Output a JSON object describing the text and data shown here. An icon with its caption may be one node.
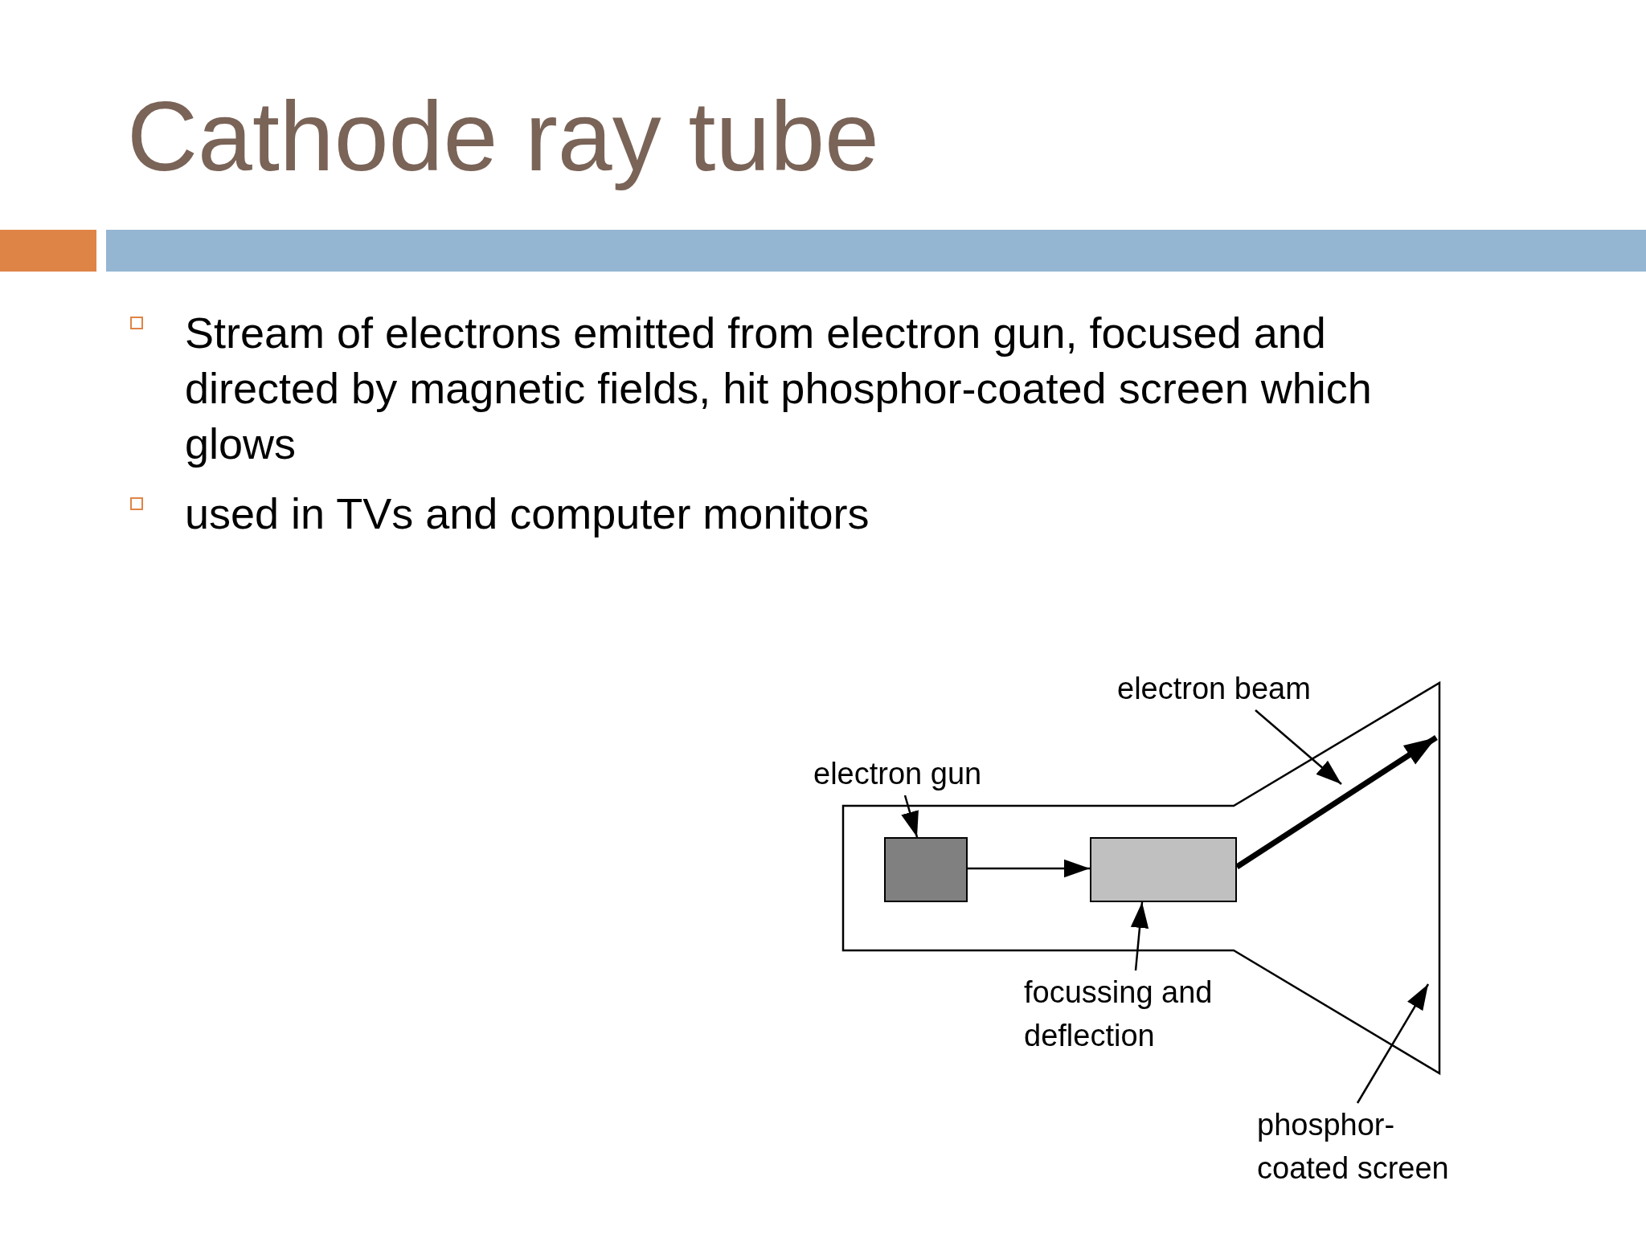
{
  "diagram": {
    "title": "Cathode ray tube",
    "nodes": [
      {
        "text": [
          "electron gun"
        ]
      },
      {
        "text": [],
        "shape": "box"
      },
      {
        "text": [],
        "shape": "box"
      },
      {
        "text": [
          "electron beam"
        ]
      },
      {
        "text": [
          "focussing and deflection"
        ]
      },
      {
        "text": [
          "phosphor-coated screen"
        ]
      }
    ],
    "edges": [
      {
        "from": 0,
        "to": 1,
        "arrow": "to"
      },
      {
        "from": 1,
        "to": 2,
        "arrow": "to"
      },
      {
        "from": 2,
        "to": null,
        "arrow": "to",
        "style": "thick"
      },
      {
        "from": 3,
        "to": null,
        "arrow": "to"
      },
      {
        "from": 4,
        "to": 2,
        "arrow": "to"
      },
      {
        "from": 5,
        "to": null,
        "arrow": "to"
      }
    ],
    "labels": [
      "Stream of electrons emitted from electron gun, focused and directed by magnetic fields, hit phosphor-coated screen which glows",
      "used in TVs and computer monitors"
    ]
  }
}
